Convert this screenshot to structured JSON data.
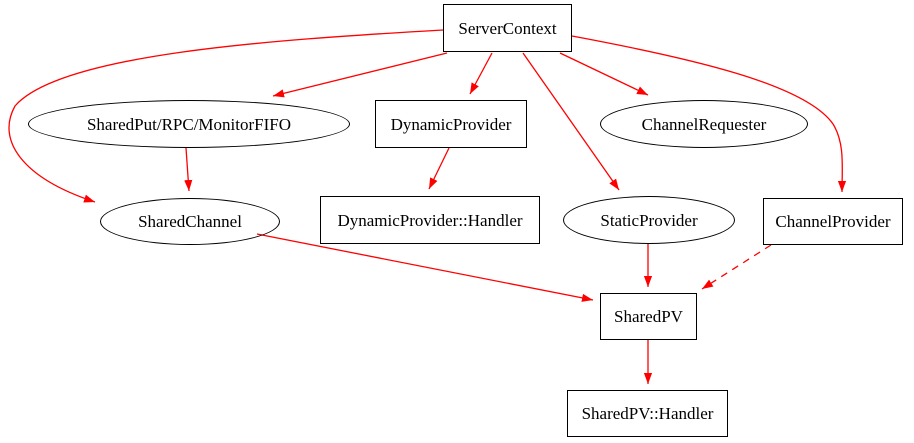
{
  "diagram": {
    "type": "directed-graph",
    "colors": {
      "edge": "#ff0000",
      "node_border": "#000000",
      "node_fill": "#ffffff",
      "text": "#000000",
      "background": "#ffffff"
    },
    "nodes": [
      {
        "id": "server-context",
        "label": "ServerContext",
        "shape": "box"
      },
      {
        "id": "shared-put-rpc-monitor-fifo",
        "label": "SharedPut/RPC/MonitorFIFO",
        "shape": "ellipse"
      },
      {
        "id": "dynamic-provider",
        "label": "DynamicProvider",
        "shape": "box"
      },
      {
        "id": "channel-requester",
        "label": "ChannelRequester",
        "shape": "ellipse"
      },
      {
        "id": "shared-channel",
        "label": "SharedChannel",
        "shape": "ellipse"
      },
      {
        "id": "dynamic-provider-handler",
        "label": "DynamicProvider::Handler",
        "shape": "box"
      },
      {
        "id": "static-provider",
        "label": "StaticProvider",
        "shape": "ellipse"
      },
      {
        "id": "channel-provider",
        "label": "ChannelProvider",
        "shape": "box"
      },
      {
        "id": "shared-pv",
        "label": "SharedPV",
        "shape": "box"
      },
      {
        "id": "shared-pv-handler",
        "label": "SharedPV::Handler",
        "shape": "box"
      }
    ],
    "edges": [
      {
        "from": "ServerContext",
        "to": "SharedPut/RPC/MonitorFIFO",
        "style": "solid"
      },
      {
        "from": "ServerContext",
        "to": "DynamicProvider",
        "style": "solid"
      },
      {
        "from": "ServerContext",
        "to": "ChannelRequester",
        "style": "solid"
      },
      {
        "from": "ServerContext",
        "to": "StaticProvider",
        "style": "solid"
      },
      {
        "from": "ServerContext",
        "to": "SharedChannel",
        "style": "solid"
      },
      {
        "from": "ServerContext",
        "to": "ChannelProvider",
        "style": "solid"
      },
      {
        "from": "SharedPut/RPC/MonitorFIFO",
        "to": "SharedChannel",
        "style": "solid"
      },
      {
        "from": "DynamicProvider",
        "to": "DynamicProvider::Handler",
        "style": "solid"
      },
      {
        "from": "SharedChannel",
        "to": "SharedPV",
        "style": "solid"
      },
      {
        "from": "StaticProvider",
        "to": "SharedPV",
        "style": "solid"
      },
      {
        "from": "ChannelProvider",
        "to": "SharedPV",
        "style": "dashed"
      },
      {
        "from": "SharedPV",
        "to": "SharedPV::Handler",
        "style": "solid"
      }
    ]
  }
}
